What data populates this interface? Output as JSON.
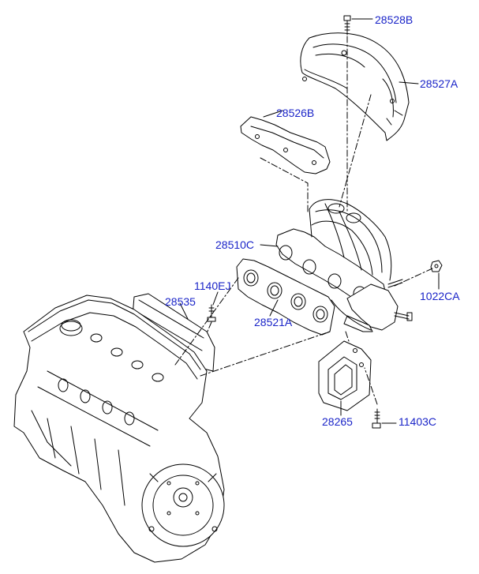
{
  "diagram": {
    "colors": {
      "label": "#1a24c8",
      "line": "#000000",
      "background": "#ffffff"
    },
    "callouts": [
      {
        "id": "28528B",
        "text": "28528B"
      },
      {
        "id": "28527A",
        "text": "28527A"
      },
      {
        "id": "28526B",
        "text": "28526B"
      },
      {
        "id": "28510C",
        "text": "28510C"
      },
      {
        "id": "1140EJ",
        "text": "1140EJ"
      },
      {
        "id": "28535",
        "text": "28535"
      },
      {
        "id": "28521A",
        "text": "28521A"
      },
      {
        "id": "1022CA",
        "text": "1022CA"
      },
      {
        "id": "28265",
        "text": "28265"
      },
      {
        "id": "11403C",
        "text": "11403C"
      }
    ]
  }
}
